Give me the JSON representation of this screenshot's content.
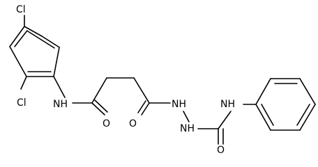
{
  "structure": {
    "atoms": {
      "cl_top": "Cl",
      "cl_bottom": "Cl",
      "nh_amide": "NH",
      "o_amide": "O",
      "o_hydrazide": "O",
      "nh_hydrazide_1": "NH",
      "nh_hydrazide_2": "NH",
      "nh_urea": "NH",
      "o_urea": "O"
    }
  }
}
